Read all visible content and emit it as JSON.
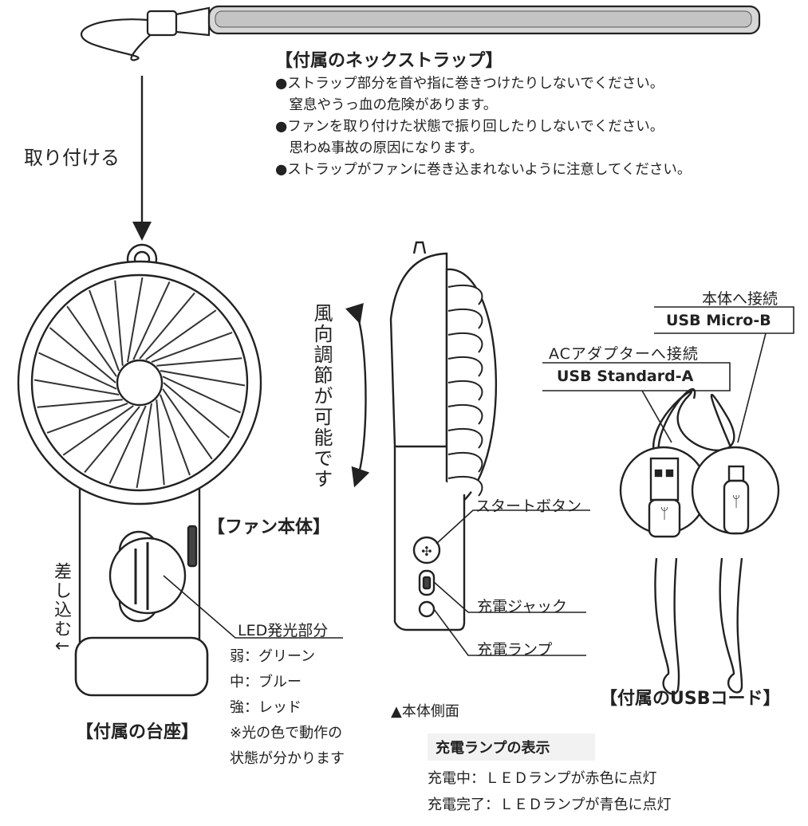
{
  "strap": {
    "title": "【付属のネックストラップ】",
    "notes": [
      "●ストラップ部分を首や指に巻きつけたりしないでください。",
      "　窒息やうっ血の危険があります。",
      "●ファンを取り付けた状態で振り回したりしないでください。",
      "　思わぬ事故の原因になります。",
      "●ストラップがファンに巻き込まれないように注意してください。"
    ],
    "attach_label": "取り付ける"
  },
  "fan": {
    "title": "【ファン本体】",
    "direction_label": "風向調節が可能です",
    "side_caption": "▲本体側面",
    "insert_label": "差し込む↓",
    "led": {
      "heading": "LED発光部分",
      "lines": [
        "弱：グリーン",
        "中：ブルー",
        "強：レッド",
        "※光の色で動作の",
        "状態が分かります"
      ]
    },
    "start_button": "スタートボタン",
    "charge_jack": "充電ジャック",
    "charge_lamp": "充電ランプ"
  },
  "base": {
    "title": "【付属の台座】"
  },
  "usb": {
    "title": "【付属のUSBコード】",
    "body_connect": "本体へ接続",
    "micro_b": "USB Micro-B",
    "ac_connect": "ACアダプターへ接続",
    "standard_a": "USB Standard-A"
  },
  "lamp_table": {
    "heading": "充電ランプの表示",
    "rows": [
      "充電中：ＬＥＤランプが赤色に点灯",
      "充電完了：ＬＥＤランプが青色に点灯"
    ]
  }
}
